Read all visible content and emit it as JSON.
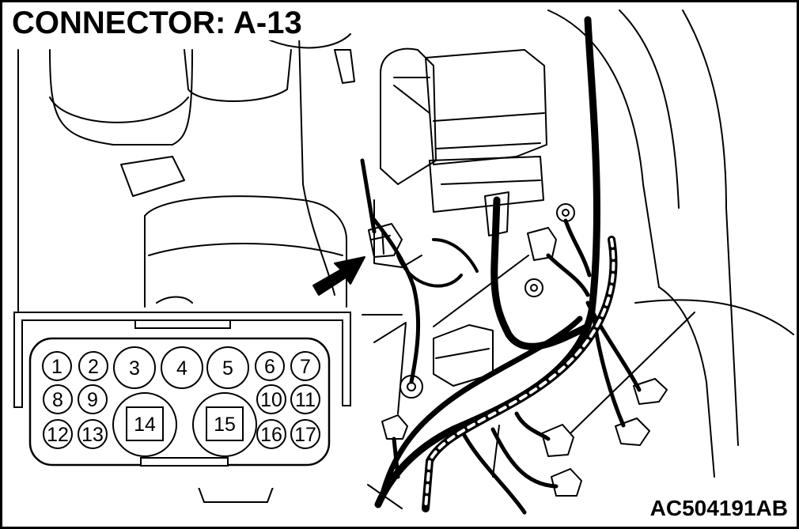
{
  "title": "CONNECTOR: A-13",
  "figure_code": "AC504191AB",
  "connector": {
    "pins": [
      "1",
      "2",
      "3",
      "4",
      "5",
      "6",
      "7",
      "8",
      "9",
      "10",
      "11",
      "12",
      "13",
      "14",
      "15",
      "16",
      "17"
    ]
  }
}
